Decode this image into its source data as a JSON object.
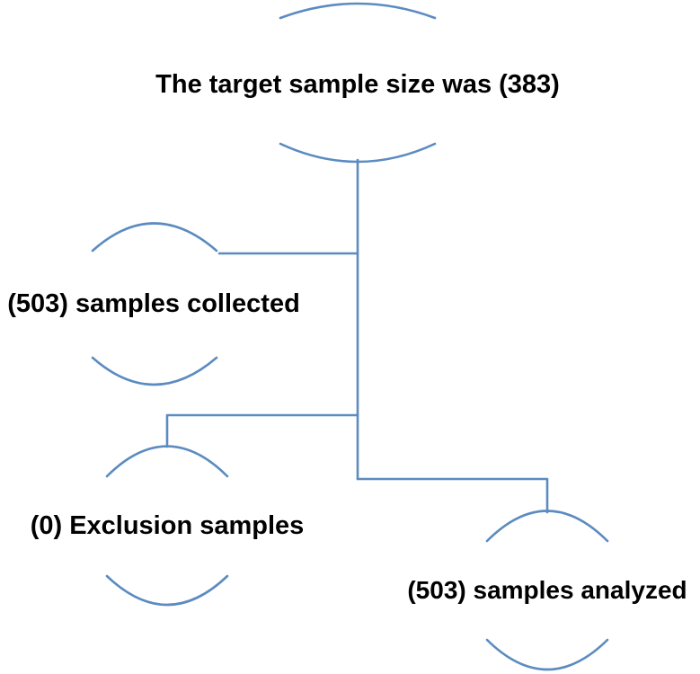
{
  "colors": {
    "line": "#5B8BC0",
    "text": "#000000",
    "background": "#FFFFFF"
  },
  "nodes": {
    "target": {
      "label": "The target sample size was (383)"
    },
    "collected": {
      "label": "(503) samples collected"
    },
    "excluded": {
      "label": "(0) Exclusion samples"
    },
    "analyzed": {
      "label": "(503) samples analyzed"
    }
  }
}
